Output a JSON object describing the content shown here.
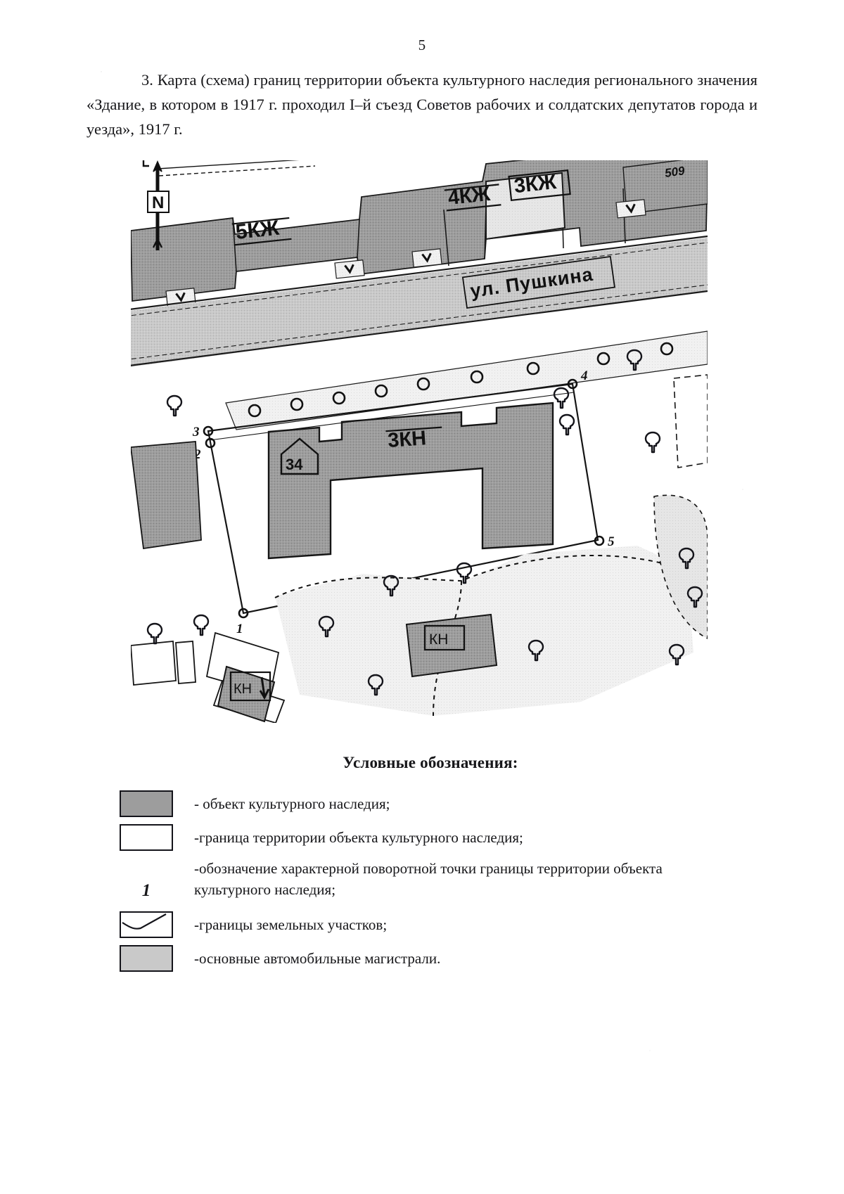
{
  "document": {
    "page_number": "5",
    "heading": "3. Карта (схема) границ территории объекта культурного наследия регионального значения «Здание, в котором в 1917 г. проходил I–й съезд Советов рабочих и солдатских депутатов города и уезда», 1917 г."
  },
  "map": {
    "street_label": "ул. Пушкина",
    "north_label": "N",
    "building_labels": {
      "b1": "5КЖ",
      "b2": "4КЖ",
      "b3": "3КЖ",
      "b4": "3КН",
      "b5": "КН",
      "b6": "КН",
      "house_number": "34",
      "parcel_number": "509"
    },
    "boundary_points": [
      "1",
      "2",
      "3",
      "4",
      "5"
    ]
  },
  "legend": {
    "title": "Условные обозначения:",
    "items": [
      {
        "swatch": "filled-gray-rectangle",
        "text": "- объект культурного наследия;"
      },
      {
        "swatch": "white-rectangle-outline",
        "text": "-граница территории объекта культурного наследия;"
      },
      {
        "swatch": "italic-number-1",
        "symbol": "1",
        "text": "-обозначение характерной поворотной точки границы территории объекта культурного наследия;"
      },
      {
        "swatch": "parcel-line-rectangle",
        "text": "-границы земельных участков;"
      },
      {
        "swatch": "light-gray-rectangle",
        "text": "-основные автомобильные магистрали."
      }
    ]
  },
  "colors": {
    "heritage_fill": "#9d9d9d",
    "road_fill": "#c9c9c9",
    "light_fill": "#e4e4e4",
    "ink": "#14141a",
    "paper": "#ffffff"
  }
}
